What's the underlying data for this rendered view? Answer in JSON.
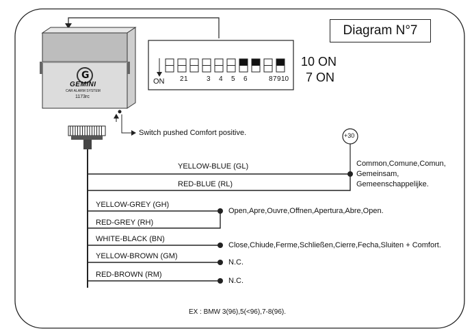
{
  "title": "Diagram N°7",
  "module": {
    "logo_letter": "G",
    "brand": "GEMINI",
    "tagline": "CAR ALARM SYSTEM",
    "model": "1173rc"
  },
  "switch_note": "Switch pushed Comfort positive.",
  "dip": {
    "on_label": "ON",
    "positions": [
      "2",
      "1",
      "",
      "3",
      "4",
      "5",
      "6",
      "",
      "8",
      "7",
      "9",
      "10"
    ],
    "states": [
      "off",
      "off",
      "off",
      "off",
      "off",
      "off",
      "on",
      "on",
      "off",
      "on"
    ],
    "status_lines": [
      "10 ON",
      "7 ON"
    ]
  },
  "plus30": "+30",
  "wires": [
    {
      "label": "YELLOW-BLUE (GL)"
    },
    {
      "label": "RED-BLUE (RL)"
    },
    {
      "label": "YELLOW-GREY (GH)"
    },
    {
      "label": "RED-GREY (RH)"
    },
    {
      "label": "WHITE-BLACK (BN)"
    },
    {
      "label": "YELLOW-BROWN (GM)"
    },
    {
      "label": "RED-BROWN (RM)"
    }
  ],
  "terminals": {
    "common": [
      "Common,Comune,Comun,",
      "Gemeinsam,",
      "Gemeenschappelijke."
    ],
    "open": "Open,Apre,Ouvre,Offnen,Apertura,Abre,Open.",
    "close": "Close,Chiude,Ferme,Schließen,Cierre,Fecha,Sluiten + Comfort.",
    "nc1": "N.C.",
    "nc2": "N.C."
  },
  "footer": "EX : BMW 3(96),5(<96),7-8(96)."
}
